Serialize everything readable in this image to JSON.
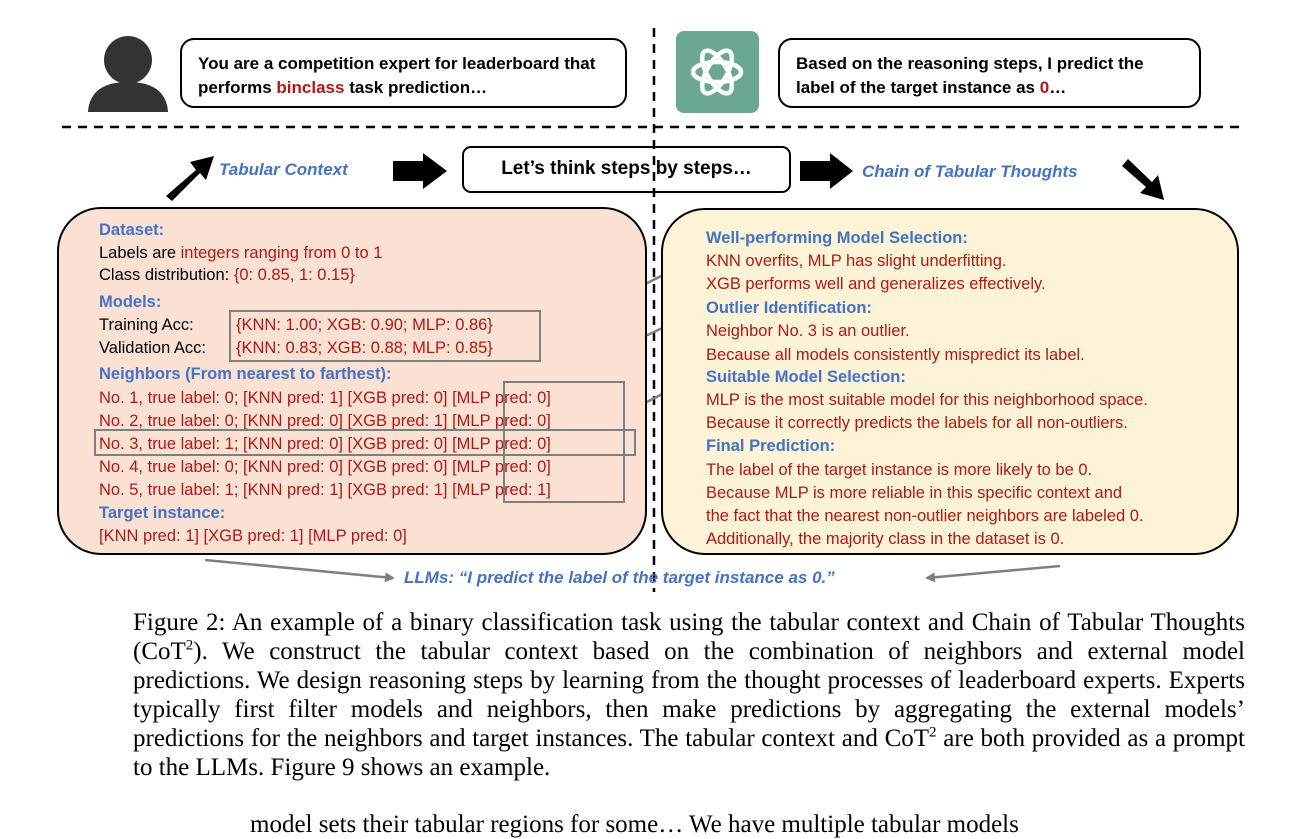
{
  "header": {
    "user_prompt": {
      "pre": "You are a competition expert for leaderboard that performs ",
      "highlight": "binclass",
      "post": " task prediction…"
    },
    "llm_reply": {
      "pre": "Based on the reasoning steps, I predict the label of the target instance as ",
      "highlight": "0",
      "post": "…"
    }
  },
  "flow": {
    "tabular_context_label": "Tabular Context",
    "think_prompt": "Let’s think steps by steps…",
    "chain_label": "Chain of Tabular Thoughts"
  },
  "context_panel": {
    "dataset_heading": "Dataset:",
    "labels_line": {
      "pre": "Labels are ",
      "value": "integers ranging from 0 to 1"
    },
    "class_dist_line": {
      "pre": "Class distribution: ",
      "value": "{0: 0.85, 1: 0.15}"
    },
    "models_heading": "Models:",
    "training_acc": {
      "label": "Training Acc:",
      "value": "{KNN: 1.00; XGB: 0.90; MLP: 0.86}"
    },
    "validation_acc": {
      "label": "Validation Acc:",
      "value": "{KNN: 0.83; XGB: 0.88; MLP: 0.85}"
    },
    "neighbors_heading": "Neighbors (From nearest to farthest):",
    "neighbors": [
      {
        "text": "No. 1, true label: 0; [KNN pred: 1] [XGB pred: 0] ",
        "mlp": "[MLP pred: 0]"
      },
      {
        "text": "No. 2, true label: 0; [KNN pred: 0] [XGB pred: 1] ",
        "mlp": "[MLP pred: 0]"
      },
      {
        "text": "No. 3, true label: 1; [KNN pred: 0] [XGB pred: 0] ",
        "mlp": "[MLP pred: 0]"
      },
      {
        "text": "No. 4, true label: 0; [KNN pred: 0] [XGB pred: 0] ",
        "mlp": "[MLP pred: 0]"
      },
      {
        "text": "No. 5, true label: 1; [KNN pred: 1] [XGB pred: 1] ",
        "mlp": "[MLP pred: 1]"
      }
    ],
    "target_heading": "Target instance:",
    "target_preds": "[KNN pred: 1] [XGB pred: 1] [MLP pred: 0]"
  },
  "reasoning_panel": {
    "sections": [
      {
        "heading": "Well-performing Model Selection:",
        "lines": [
          "KNN overfits, MLP has slight underfitting.",
          "XGB performs well and generalizes effectively."
        ]
      },
      {
        "heading": "Outlier Identification:",
        "lines": [
          "Neighbor No. 3 is an outlier.",
          "Because all models consistently mispredict its label."
        ]
      },
      {
        "heading": "Suitable Model Selection:",
        "lines": [
          "MLP is the most suitable model for this neighborhood space.",
          "Because it correctly predicts the labels for all non-outliers."
        ]
      },
      {
        "heading": "Final Prediction:",
        "lines": [
          "The label of the target instance is more likely to be 0.",
          "Because MLP is more reliable in this specific context and",
          "the fact that the nearest non-outlier neighbors are labeled 0.",
          "Additionally, the majority class in the dataset is 0."
        ]
      }
    ]
  },
  "final_output": "LLMs: “I predict the label of the target instance as 0.”",
  "caption": {
    "p1": "Figure 2: An example of a binary classification task using the tabular context and Chain of Tabular Thoughts (CoT",
    "sup1": "2",
    "p2": ").  We construct the tabular context based on the combination of neighbors and external model predictions. We design reasoning steps by learning from the thought processes of leaderboard experts. Experts typically first filter models and neighbors, then make predictions by aggregating the external models’ predictions for the neighbors and target instances. The tabular context and CoT",
    "sup2": "2",
    "p3": " are both provided as a prompt to the LLMs. Figure 9 shows an example."
  },
  "body_fragment": "model sets their tabular regions for some… We have multiple tabular models",
  "colors": {
    "highlight_red": "#b01818",
    "heading_blue": "#4472c4",
    "context_fill": "#fbe1d3",
    "reasoning_fill": "#fdf3d6",
    "logo_green": "#6aa893",
    "arrow_gray": "#7f7f7f"
  }
}
